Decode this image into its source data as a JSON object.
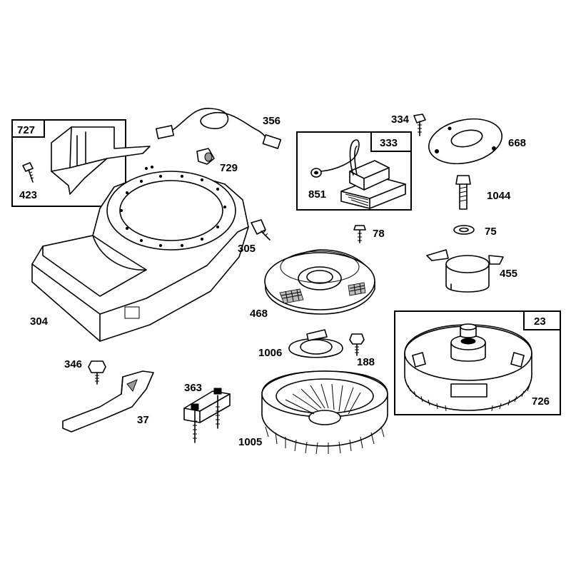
{
  "labels": {
    "p727": "727",
    "p423": "423",
    "p356": "356",
    "p729": "729",
    "p304": "304",
    "p305": "305",
    "p346": "346",
    "p37": "37",
    "p363": "363",
    "p333": "333",
    "p851": "851",
    "p334": "334",
    "p668": "668",
    "p1044": "1044",
    "p78": "78",
    "p75": "75",
    "p455": "455",
    "p468": "468",
    "p1006": "1006",
    "p188": "188",
    "p1005": "1005",
    "p23": "23",
    "p726": "726"
  }
}
